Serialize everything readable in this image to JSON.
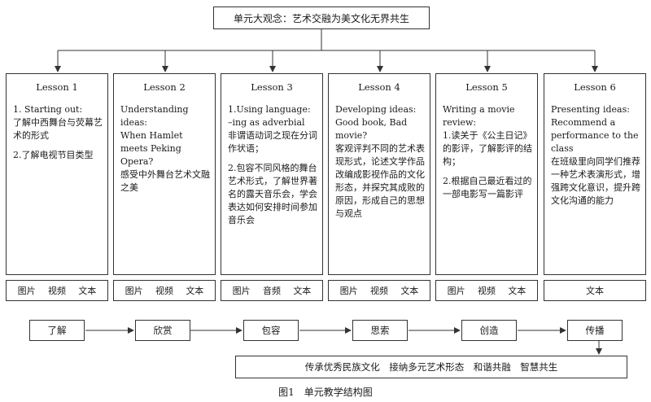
{
  "header": {
    "concept": "单元大观念：艺术交融为美文化无界共生"
  },
  "lessons": [
    {
      "title": "Lesson 1",
      "body": [
        "1. Starting out:\n了解中西舞台与荧幕艺术的形式",
        "2.了解电视节目类型"
      ],
      "media": [
        "图片",
        "视频",
        "文本"
      ]
    },
    {
      "title": "Lesson 2",
      "body": [
        "Understanding ideas:\nWhen Hamlet meets Peking Opera?\n感受中外舞台艺术文融之美"
      ],
      "media": [
        "图片",
        "视频",
        "文本"
      ]
    },
    {
      "title": "Lesson 3",
      "body": [
        "1.Using language:\n–ing as adverbial\n非谓语动词之现在分词作状语；",
        "2.包容不同风格的舞台艺术形式，了解世界著名的露天音乐会，学会表达如何安排时间参加音乐会"
      ],
      "media": [
        "图片",
        "音频",
        "文本"
      ]
    },
    {
      "title": "Lesson 4",
      "body": [
        "Developing ideas:\n Good book, Bad movie?\n客观评判不同的艺术表现形式，论述文学作品改编成影视作品的文化形态，并探究其成败的原因，形成自己的思想与观点"
      ],
      "media": [
        "图片",
        "视频",
        "文本"
      ]
    },
    {
      "title": "Lesson 5",
      "body": [
        "Writing a movie review:\n1.读关于《公主日记》的影评，了解影评的结构；",
        "2.根据自己最近看过的一部电影写一篇影评"
      ],
      "media": [
        "图片",
        "视频",
        "文本"
      ]
    },
    {
      "title": "Lesson 6",
      "body": [
        "Presenting ideas:\nRecommend a performance to the class\n在班级里向同学们推荐一种艺术表演形式，增强跨文化意识，提升跨文化沟通的能力"
      ],
      "media": [
        "文本"
      ]
    }
  ],
  "stages": [
    "了解",
    "欣赏",
    "包容",
    "思索",
    "创造",
    "传播"
  ],
  "footer": {
    "goal": "传承优秀民族文化　接纳多元艺术形态　和谐共融　智慧共生"
  },
  "caption": "图1　单元教学结构图"
}
